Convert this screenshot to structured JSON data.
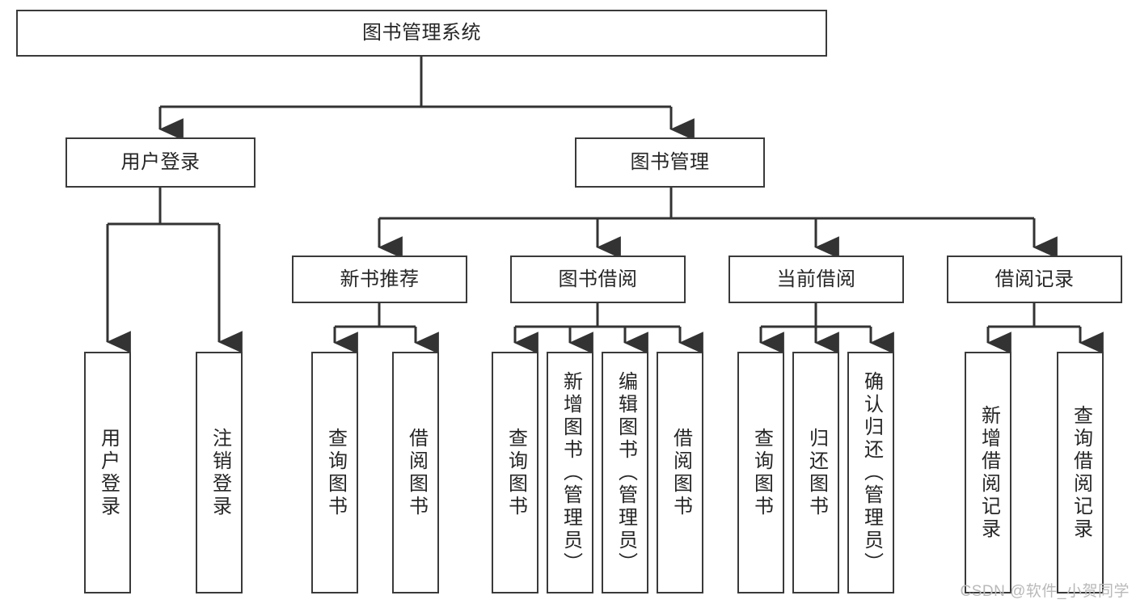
{
  "diagram": {
    "title": "图书管理系统",
    "watermark": "CSDN @软件_小贺同学",
    "colors": {
      "box_border": "#3a3a3a",
      "box_fill": "#ffffff",
      "edge": "#333333",
      "text": "#262626",
      "watermark": "#b9b9b9",
      "background": "#ffffff"
    },
    "nodes": {
      "root": {
        "label": "图书管理系统"
      },
      "level2": [
        {
          "id": "user-login",
          "label": "用户登录"
        },
        {
          "id": "book-management",
          "label": "图书管理"
        }
      ],
      "level3": [
        {
          "id": "new-book-recommend",
          "label": "新书推荐"
        },
        {
          "id": "book-borrow",
          "label": "图书借阅"
        },
        {
          "id": "current-borrow",
          "label": "当前借阅"
        },
        {
          "id": "borrow-record",
          "label": "借阅记录"
        }
      ],
      "leaves": {
        "user_login": [
          {
            "id": "leaf-user-login",
            "label": "用户登录"
          },
          {
            "id": "leaf-logout-login",
            "label": "注销登录"
          }
        ],
        "new_book_recommend": [
          {
            "id": "leaf-query-book-1",
            "label": "查询图书"
          },
          {
            "id": "leaf-borrow-book-1",
            "label": "借阅图书"
          }
        ],
        "book_borrow": [
          {
            "id": "leaf-query-book-2",
            "label": "查询图书"
          },
          {
            "id": "leaf-add-book",
            "label": "新增图书（管理员）"
          },
          {
            "id": "leaf-edit-book",
            "label": "编辑图书（管理员）"
          },
          {
            "id": "leaf-borrow-book-2",
            "label": "借阅图书"
          }
        ],
        "current_borrow": [
          {
            "id": "leaf-query-book-3",
            "label": "查询图书"
          },
          {
            "id": "leaf-return-book",
            "label": "归还图书"
          },
          {
            "id": "leaf-confirm-return",
            "label": "确认归还（管理员）"
          }
        ],
        "borrow_record": [
          {
            "id": "leaf-add-borrow-record",
            "label": "新增借阅记录"
          },
          {
            "id": "leaf-query-borrow-record",
            "label": "查询借阅记录"
          }
        ]
      }
    }
  }
}
